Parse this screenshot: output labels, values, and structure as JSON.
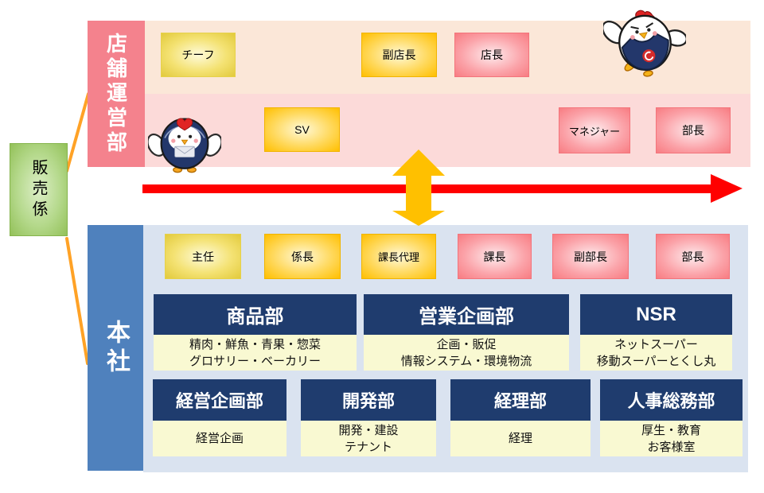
{
  "diagram_title": "career-path-organization-chart",
  "colors": {
    "store_label_bg": "#F4828D",
    "hq_label_bg": "#4F81BD",
    "band_peach": "#FBE7D8",
    "band_pink": "#FCDAD9",
    "band_blue": "#DAE3F0",
    "dept_header_navy": "#1F3C6E",
    "dept_body_cream": "#F9F9D2",
    "red_arrow": "#FF0000",
    "orange_arrow": "#FFC000",
    "connector_orange": "#FFA226",
    "box_yellow_edge": "#E2CA3C",
    "box_orange_edge": "#FFBF00",
    "box_pink_edge": "#F87C82",
    "sales_green": "#93C159"
  },
  "icons": {
    "left_mascot": "penguin-bird-mascot",
    "right_mascot": "rooster-bird-mascot"
  },
  "left": {
    "sales_label": "販売係"
  },
  "store": {
    "label": "店舗運営部",
    "row1": [
      {
        "label": "チーフ",
        "style": "yellow"
      },
      {
        "label": "副店長",
        "style": "orange"
      },
      {
        "label": "店長",
        "style": "pink"
      }
    ],
    "row2": [
      {
        "label": "SV",
        "style": "orange"
      },
      {
        "label": "マネジャー",
        "style": "pink"
      },
      {
        "label": "部長",
        "style": "pink"
      }
    ]
  },
  "hq": {
    "label": "本社",
    "positions": [
      {
        "label": "主任",
        "style": "yellow"
      },
      {
        "label": "係長",
        "style": "orange"
      },
      {
        "label": "課長代理",
        "style": "orange"
      },
      {
        "label": "課長",
        "style": "pink"
      },
      {
        "label": "副部長",
        "style": "pink"
      },
      {
        "label": "部長",
        "style": "pink"
      }
    ],
    "departments_row1": [
      {
        "name": "商品部",
        "lines": [
          "精肉・鮮魚・青果・惣菜",
          "グロサリー・ベーカリー"
        ]
      },
      {
        "name": "営業企画部",
        "lines": [
          "企画・販促",
          "情報システム・環境物流"
        ]
      },
      {
        "name": "NSR",
        "lines": [
          "ネットスーパー",
          "移動スーパーとくし丸"
        ]
      }
    ],
    "departments_row2": [
      {
        "name": "経営企画部",
        "lines": [
          "経営企画"
        ]
      },
      {
        "name": "開発部",
        "lines": [
          "開発・建設",
          "テナント"
        ]
      },
      {
        "name": "経理部",
        "lines": [
          "経理"
        ]
      },
      {
        "name": "人事総務部",
        "lines": [
          "厚生・教育",
          "お客様室"
        ]
      }
    ]
  }
}
